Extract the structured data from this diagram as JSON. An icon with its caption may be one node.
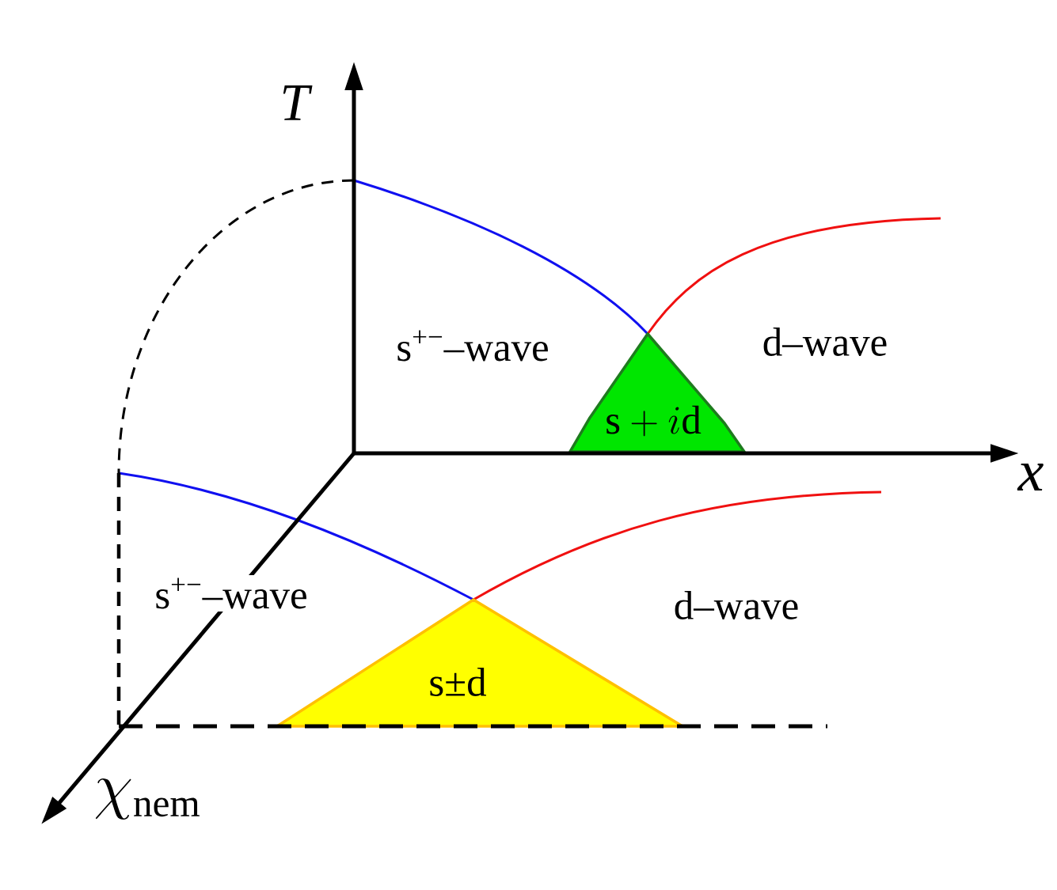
{
  "diagram": {
    "nodes": [
      {
        "text": [
          "\\mathrm{s}+i\\mathrm{d}"
        ]
      },
      {
        "text": [
          "s±d"
        ]
      }
    ],
    "labels": [
      "T",
      "s$^{+−}$–wave",
      "d–wave",
      "x",
      "s$^{+−}$–wave",
      "d–wave",
      "\\chi_{\\mathrm{nem}}"
    ]
  }
}
